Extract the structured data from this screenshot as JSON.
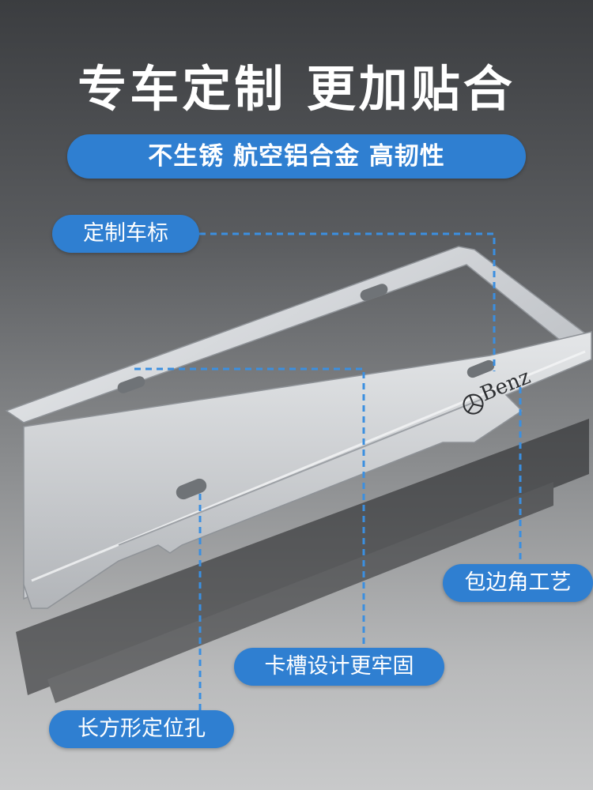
{
  "headline": "专车定制  更加贴合",
  "subheadline": "不生锈 航空铝合金 高韧性",
  "callouts": {
    "custom_logo": "定制车标",
    "wrapped_corner": "包边角工艺",
    "slot_design": "卡槽设计更牢固",
    "rect_holes": "长方形定位孔"
  },
  "product": {
    "logo_text": "Benz",
    "material_color": "#d6d8da"
  },
  "colors": {
    "accent": "#2f7fd1",
    "leader_line": "#3b8fe0",
    "text": "#ffffff"
  }
}
